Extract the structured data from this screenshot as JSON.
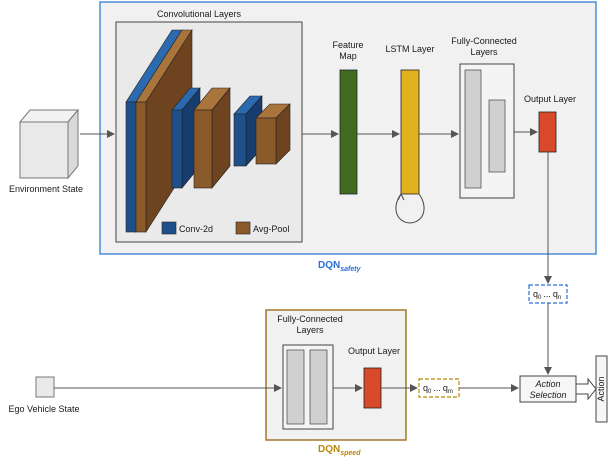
{
  "inputs": {
    "environment": "Environment State",
    "ego": "Ego Vehicle State"
  },
  "dqn_safety": {
    "label": "DQN",
    "subscript": "safety",
    "conv_title": "Convolutional Layers",
    "legend": {
      "conv": "Conv-2d",
      "pool": "Avg-Pool"
    },
    "feature_map_line1": "Feature",
    "feature_map_line2": "Map",
    "lstm": "LSTM Layer",
    "fc_line1": "Fully-Connected",
    "fc_line2": "Layers",
    "output": "Output Layer"
  },
  "dqn_speed": {
    "label": "DQN",
    "subscript": "speed",
    "fc_line1": "Fully-Connected",
    "fc_line2": "Layers",
    "output": "Output Layer"
  },
  "q_safety": {
    "q0": "q",
    "sub0": "0",
    "dots": "...",
    "qn": "q",
    "subn": "n"
  },
  "q_speed": {
    "q0": "q",
    "sub0": "0",
    "dots": "...",
    "qm": "q",
    "subm": "m"
  },
  "action_selection_line1": "Action",
  "action_selection_line2": "Selection",
  "action": "Action",
  "colors": {
    "safety_border": "#4a90d9",
    "speed_border": "#a0782a",
    "conv": "#1f4f8a",
    "pool": "#8b5a2b",
    "feature": "#3f6b1f",
    "lstm": "#e0b21e",
    "output": "#d94a2a"
  }
}
